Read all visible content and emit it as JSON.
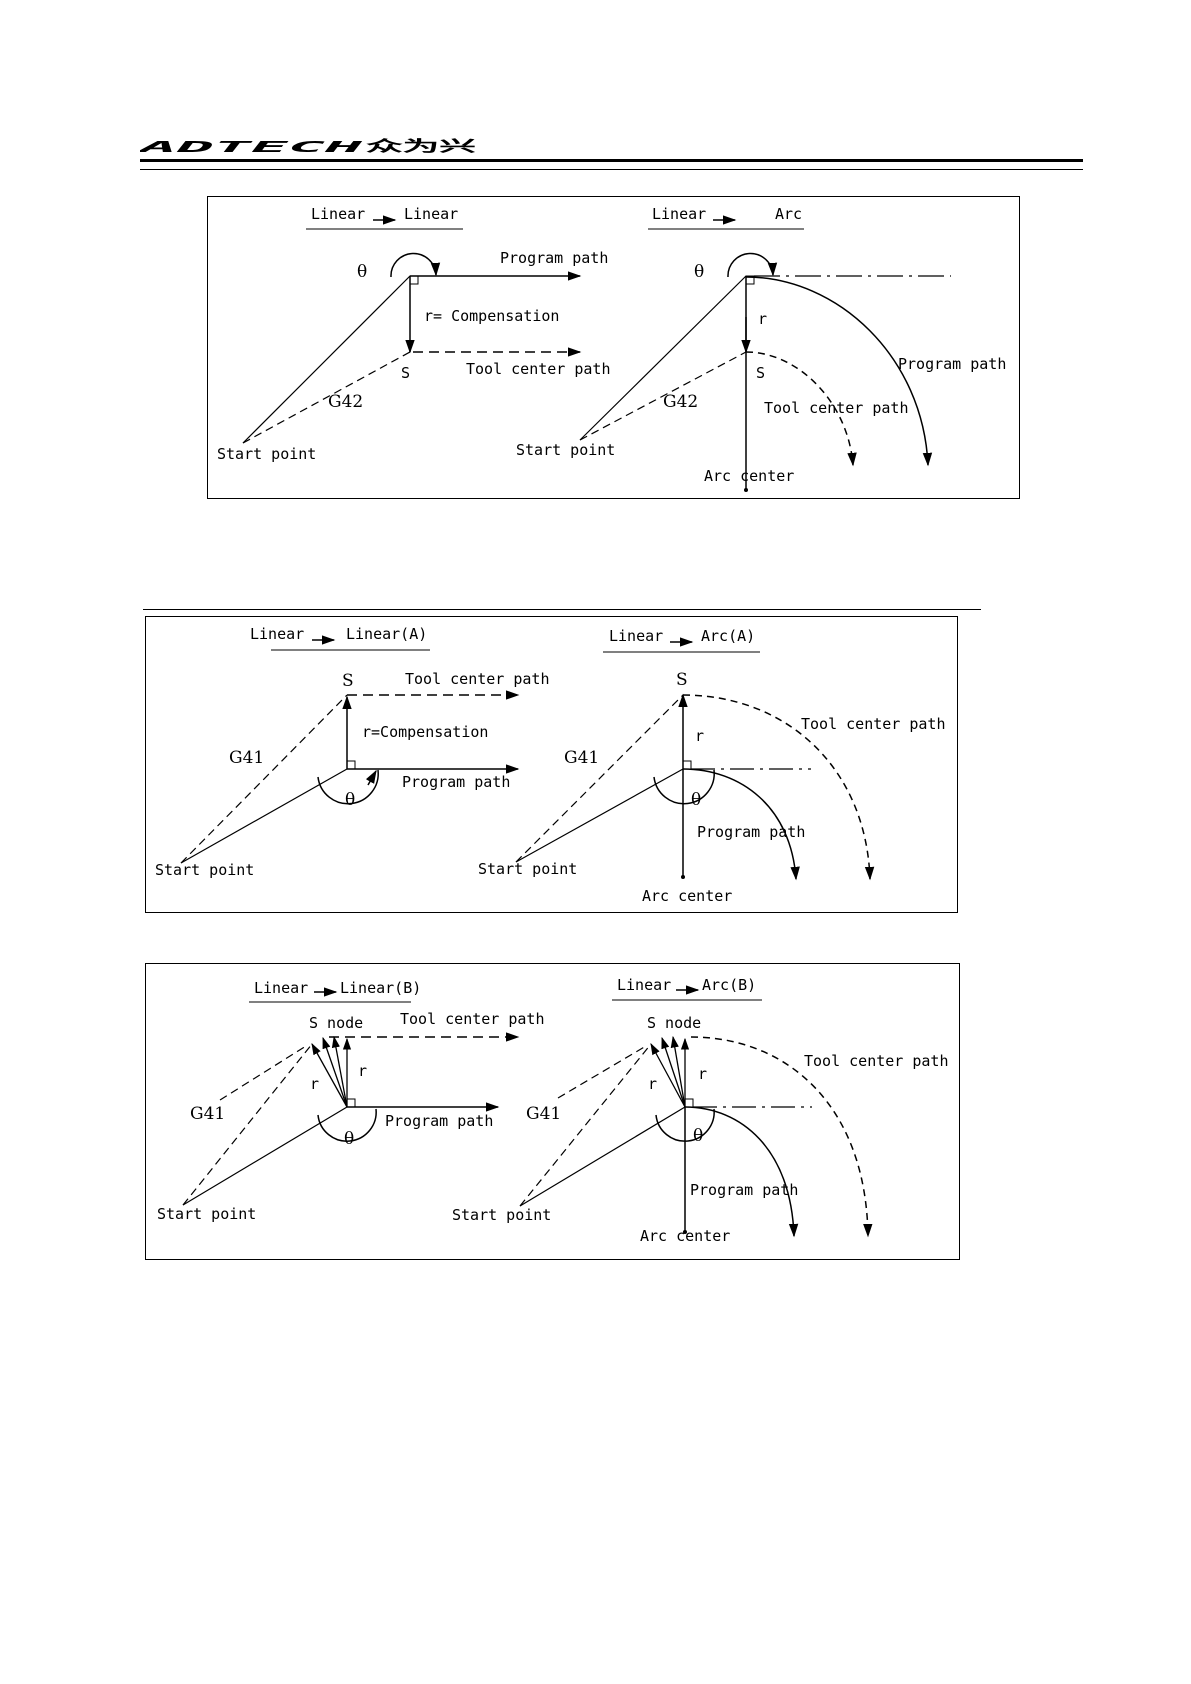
{
  "header": {
    "brand_latin": "ADTECH",
    "brand_cn": "众为兴",
    "brand_color": "#1f4a9e"
  },
  "fig1": {
    "left_title_from": "Linear",
    "left_title_to": "Linear",
    "right_title_from": "Linear",
    "right_title_to": "Arc",
    "theta": "θ",
    "program_path": "Program path",
    "r_compensation": "r= Compensation",
    "s": "S",
    "tool_center_path": "Tool center path",
    "g42": "G42",
    "start_point": "Start point",
    "r": "r",
    "arc_center": "Arc center"
  },
  "fig2": {
    "left_title_from": "Linear",
    "left_title_to": "Linear(A)",
    "right_title_from": "Linear",
    "right_title_to": "Arc(A)",
    "s": "S",
    "tool_center_path": "Tool center path",
    "r_compensation": "r=Compensation",
    "g41": "G41",
    "program_path": "Program path",
    "theta": "θ",
    "start_point": "Start point",
    "r": "r",
    "arc_center": "Arc center"
  },
  "fig3": {
    "left_title_from": "Linear",
    "left_title_to": "Linear(B)",
    "right_title_from": "Linear",
    "right_title_to": "Arc(B)",
    "s_node": "S node",
    "tool_center_path": "Tool center path",
    "r": "r",
    "g41": "G41",
    "program_path": "Program path",
    "theta": "θ",
    "start_point": "Start point",
    "arc_center": "Arc center"
  }
}
